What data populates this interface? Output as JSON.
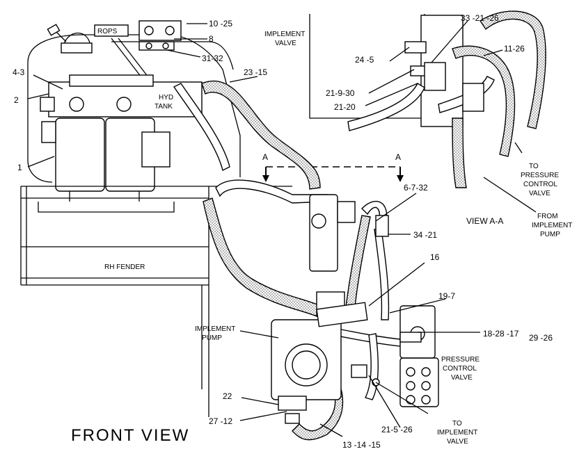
{
  "callouts": {
    "c_10_25": "10 -25",
    "c_8": "8",
    "c_31_32": "31-32",
    "c_4_3": "4-3",
    "c_2": "2",
    "c_1": "1",
    "c_23_15": "23 -15",
    "c_33_21_26": "33 -21 -26",
    "c_11_26": "11-26",
    "c_24_5": "24 -5",
    "c_21_9_30": "21-9-30",
    "c_21_20": "21-20",
    "c_6_7_32": "6-7-32",
    "c_34_21": "34 -21",
    "c_16": "16",
    "c_19_7": "19-7",
    "c_18_28_17": "18-28 -17",
    "c_29_26": "29 -26",
    "c_22": "22",
    "c_27_12": "27 -12",
    "c_21_5_26": "21-5 -26",
    "c_13_14_15": "13 -14 -15"
  },
  "labels": {
    "rops": "ROPS",
    "hyd_1": "HYD",
    "hyd_2": "TANK",
    "impl_valve_1": "IMPLEMENT",
    "impl_valve_2": "VALVE",
    "section_a_left": "A",
    "section_a_right": "A",
    "view_aa": "VIEW A-A",
    "to_pcv_1": "TO",
    "to_pcv_2": "PRESSURE",
    "to_pcv_3": "CONTROL",
    "to_pcv_4": "VALVE",
    "from_pump_1": "FROM",
    "from_pump_2": "IMPLEMENT",
    "from_pump_3": "PUMP",
    "rh_fender": "RH FENDER",
    "impl_pump_1": "IMPLEMENT",
    "impl_pump_2": "PUMP",
    "pcv_1": "PRESSURE",
    "pcv_2": "CONTROL",
    "pcv_3": "VALVE",
    "to_impl_valve_1": "TO",
    "to_impl_valve_2": "IMPLEMENT",
    "to_impl_valve_3": "VALVE",
    "front_view": "FRONT VIEW"
  }
}
